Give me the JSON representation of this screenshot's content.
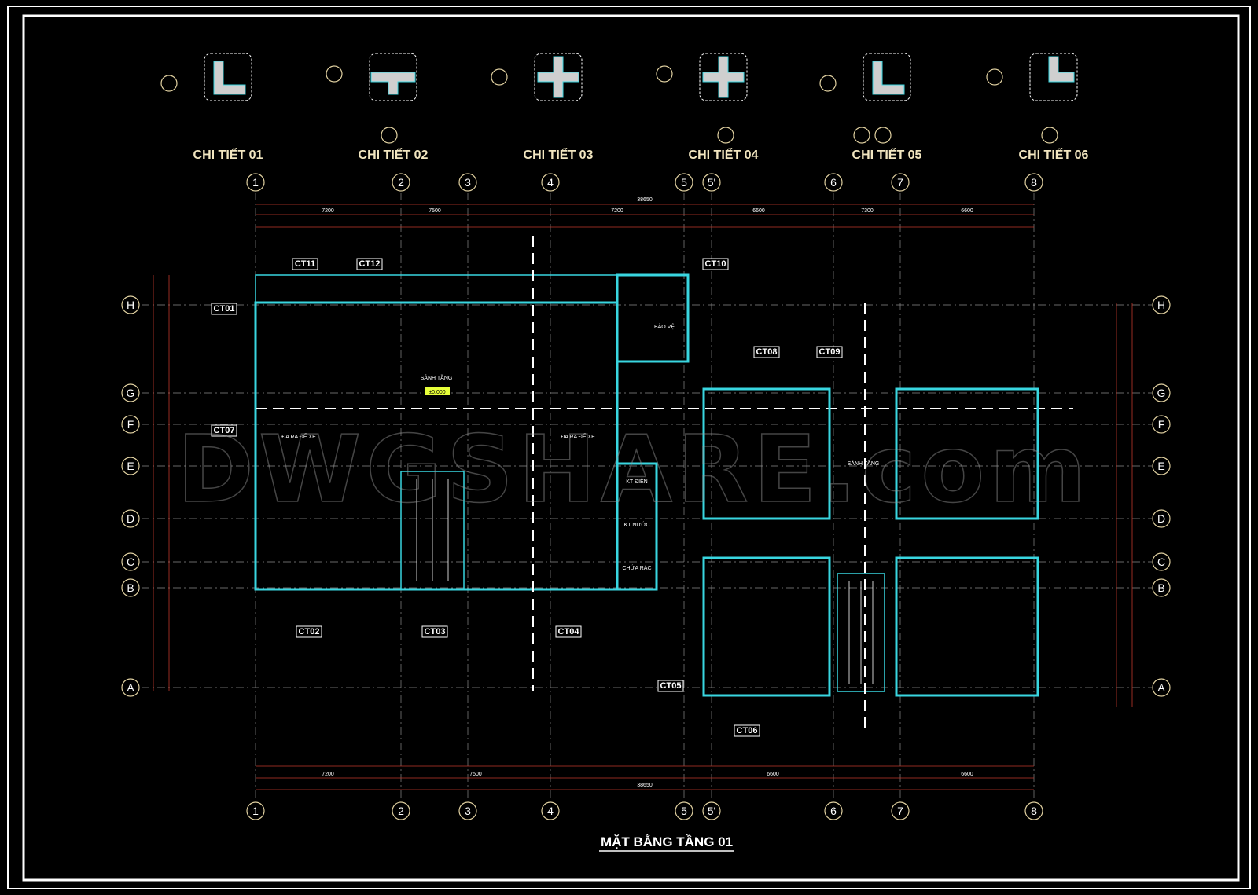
{
  "details": [
    {
      "title": "CHI TIẾT 01"
    },
    {
      "title": "CHI TIẾT 02"
    },
    {
      "title": "CHI TIẾT 03"
    },
    {
      "title": "CHI TIẾT 04"
    },
    {
      "title": "CHI TIẾT 05"
    },
    {
      "title": "CHI TIẾT 06"
    }
  ],
  "axes_x": [
    "1",
    "2",
    "3",
    "4",
    "5",
    "5'",
    "6",
    "7",
    "8"
  ],
  "axes_y": [
    "H",
    "G",
    "F",
    "E",
    "D",
    "C",
    "B",
    "A"
  ],
  "dims": {
    "overall": "38650",
    "top_spans": [
      "7200",
      "7500",
      "7200",
      "6600",
      "7300",
      "6600"
    ],
    "bottom_spans": [
      "7200",
      "7500",
      "6600",
      "6600"
    ]
  },
  "rooms": {
    "lobby": "SẢNH TẦNG",
    "lobby_level": "±0.000",
    "parking_left": "ĐA RA ĐỂ XE",
    "parking_right": "ĐA RA ĐỂ XE",
    "guard": "BẢO VỆ",
    "electric": "KT ĐIỆN",
    "water": "KT NƯỚC",
    "trash": "CHỨA RÁC",
    "lobby_right": "SẢNH TẦNG"
  },
  "tags": [
    "CT01",
    "CT02",
    "CT03",
    "CT04",
    "CT05",
    "CT06",
    "CT07",
    "CT08",
    "CT09",
    "CT10",
    "CT11",
    "CT12"
  ],
  "watermark": "DWGSHARE.com",
  "plan_title": "MẶT BẰNG TẦNG 01",
  "colors": {
    "wall": "#39d6e0",
    "grid": "#8a8a8a",
    "dim": "#c0392b",
    "text": "#ffffff",
    "bubble": "#e0d0a0"
  }
}
